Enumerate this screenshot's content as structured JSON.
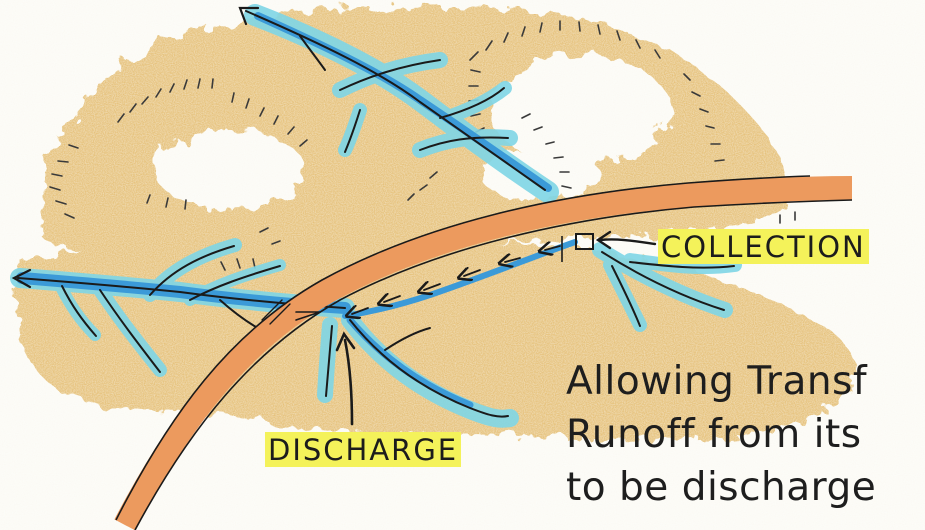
{
  "labels": {
    "collection": "COLLECTION",
    "discharge": "DISCHARGE"
  },
  "caption": {
    "line1": "Allowing Transf",
    "line2": "Runoff  from its",
    "line3": "to be discharge"
  },
  "colors": {
    "terrain": "#e2b968",
    "water_glow": "#7fd6e6",
    "water_main": "#3b9ad8",
    "ink": "#1a1a1a",
    "road": "#ec9a5e",
    "highlight": "#f4f25a"
  }
}
